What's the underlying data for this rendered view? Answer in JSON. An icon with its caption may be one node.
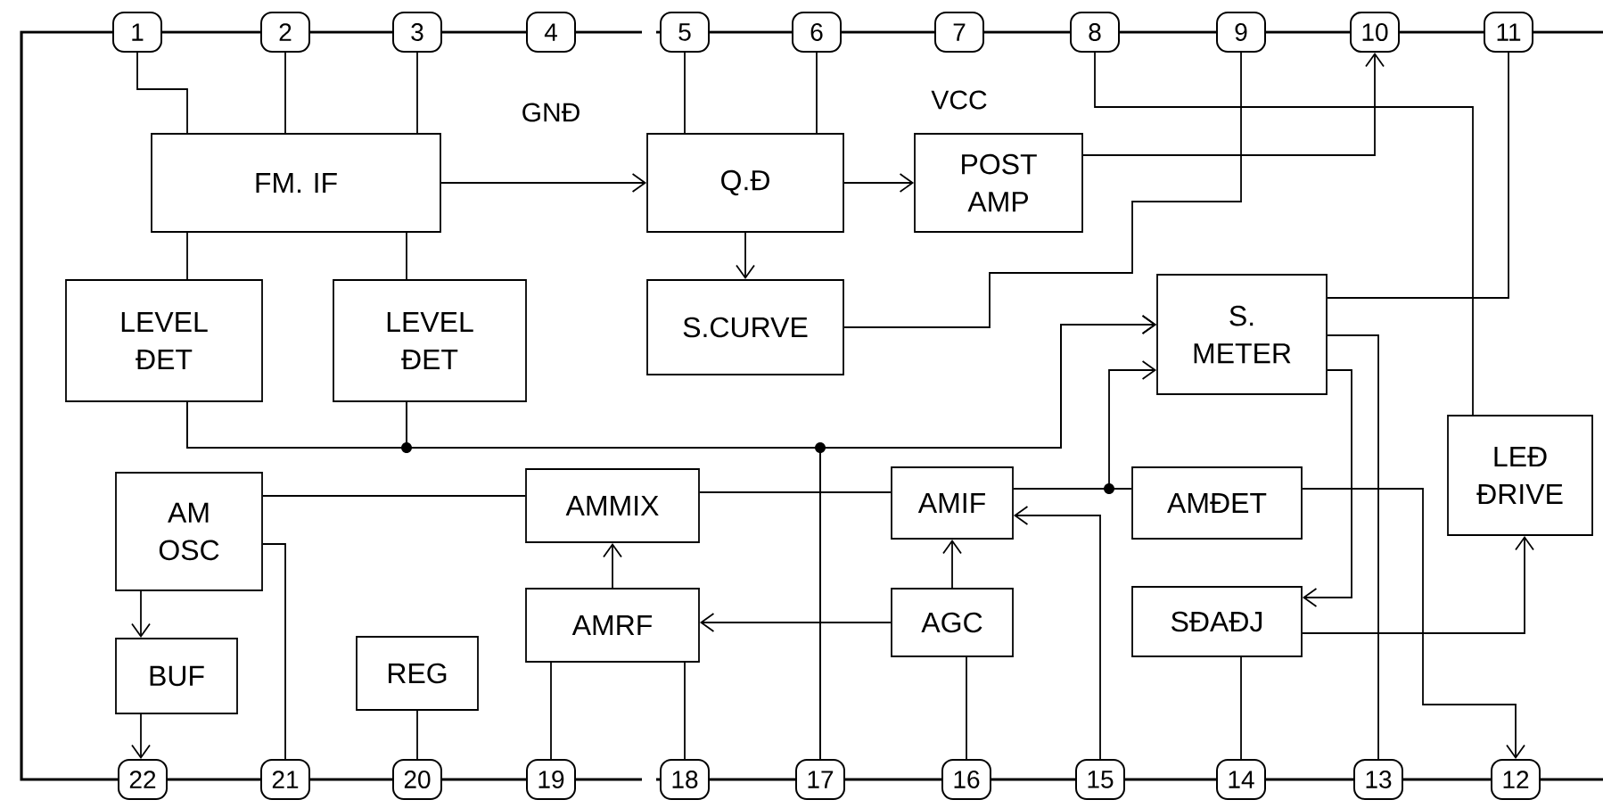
{
  "diagram": {
    "nodes": [
      {
        "text": [
          "1"
        ]
      },
      {
        "text": [
          "2"
        ]
      },
      {
        "text": [
          "3"
        ]
      },
      {
        "text": [
          "4"
        ]
      },
      {
        "text": [
          "5"
        ]
      },
      {
        "text": [
          "6"
        ]
      },
      {
        "text": [
          "7"
        ]
      },
      {
        "text": [
          "8"
        ]
      },
      {
        "text": [
          "9"
        ]
      },
      {
        "text": [
          "10"
        ]
      },
      {
        "text": [
          "11"
        ]
      },
      {
        "text": [
          "12"
        ]
      },
      {
        "text": [
          "13"
        ]
      },
      {
        "text": [
          "14"
        ]
      },
      {
        "text": [
          "15"
        ]
      },
      {
        "text": [
          "16"
        ]
      },
      {
        "text": [
          "17"
        ]
      },
      {
        "text": [
          "18"
        ]
      },
      {
        "text": [
          "19"
        ]
      },
      {
        "text": [
          "20"
        ]
      },
      {
        "text": [
          "21"
        ]
      },
      {
        "text": [
          "22"
        ]
      },
      {
        "text": [
          "FM. IF"
        ]
      },
      {
        "text": [
          "Q.Đ"
        ]
      },
      {
        "text": [
          "POST AMP"
        ]
      },
      {
        "text": [
          "LEVEL ĐET"
        ]
      },
      {
        "text": [
          "LEVEL ĐET"
        ]
      },
      {
        "text": [
          "S.CURVE"
        ]
      },
      {
        "text": [
          "S. METER"
        ]
      },
      {
        "text": [
          "LEĐ ĐRIVE"
        ]
      },
      {
        "text": [
          "AM OSC"
        ]
      },
      {
        "text": [
          "AMMIX"
        ]
      },
      {
        "text": [
          "AMIF"
        ]
      },
      {
        "text": [
          "AMĐET"
        ]
      },
      {
        "text": [
          "AMRF"
        ]
      },
      {
        "text": [
          "AGC"
        ]
      },
      {
        "text": [
          "SĐAĐJ"
        ]
      },
      {
        "text": [
          "BUF"
        ]
      },
      {
        "text": [
          "REG"
        ]
      }
    ],
    "edges": [
      {
        "from": 0,
        "to": 22,
        "arrow": "none"
      },
      {
        "from": 1,
        "to": 22,
        "arrow": "none"
      },
      {
        "from": 2,
        "to": 22,
        "arrow": "none"
      },
      {
        "from": 22,
        "to": 23,
        "arrow": "to"
      },
      {
        "from": 4,
        "to": 23,
        "arrow": "none"
      },
      {
        "from": 5,
        "to": 23,
        "arrow": "none"
      },
      {
        "from": 23,
        "to": 24,
        "arrow": "to"
      },
      {
        "from": 23,
        "to": 27,
        "arrow": "to"
      },
      {
        "from": 24,
        "to": 9,
        "arrow": "to"
      },
      {
        "from": 27,
        "to": 8,
        "arrow": "none"
      },
      {
        "from": 22,
        "to": 25,
        "arrow": "none"
      },
      {
        "from": 22,
        "to": 26,
        "arrow": "none"
      },
      {
        "from": 25,
        "to": 28,
        "arrow": "to"
      },
      {
        "from": 26,
        "to": 28,
        "arrow": "to"
      },
      {
        "from": 25,
        "to": 16,
        "arrow": "none"
      },
      {
        "from": 26,
        "to": 16,
        "arrow": "none"
      },
      {
        "from": 28,
        "to": 10,
        "arrow": "none"
      },
      {
        "from": 7,
        "to": 29,
        "arrow": "none"
      },
      {
        "from": 28,
        "to": 36,
        "arrow": "to"
      },
      {
        "from": 28,
        "to": 12,
        "arrow": "none"
      },
      {
        "from": 32,
        "to": 33,
        "arrow": "none"
      },
      {
        "from": 32,
        "to": 28,
        "arrow": "to"
      },
      {
        "from": 30,
        "to": 31,
        "arrow": "none"
      },
      {
        "from": 31,
        "to": 32,
        "arrow": "none"
      },
      {
        "from": 30,
        "to": 20,
        "arrow": "none"
      },
      {
        "from": 30,
        "to": 37,
        "arrow": "to"
      },
      {
        "from": 37,
        "to": 21,
        "arrow": "to"
      },
      {
        "from": 38,
        "to": 19,
        "arrow": "none"
      },
      {
        "from": 34,
        "to": 31,
        "arrow": "to"
      },
      {
        "from": 35,
        "to": 34,
        "arrow": "to"
      },
      {
        "from": 35,
        "to": 32,
        "arrow": "to"
      },
      {
        "from": 35,
        "to": 15,
        "arrow": "none"
      },
      {
        "from": 34,
        "to": 18,
        "arrow": "none"
      },
      {
        "from": 34,
        "to": 17,
        "arrow": "none"
      },
      {
        "from": 14,
        "to": 32,
        "arrow": "to"
      },
      {
        "from": 36,
        "to": 13,
        "arrow": "none"
      },
      {
        "from": 36,
        "to": 29,
        "arrow": "to"
      },
      {
        "from": 33,
        "to": 11,
        "arrow": "to"
      }
    ],
    "labels": [
      "GNĐ",
      "VCC"
    ]
  }
}
